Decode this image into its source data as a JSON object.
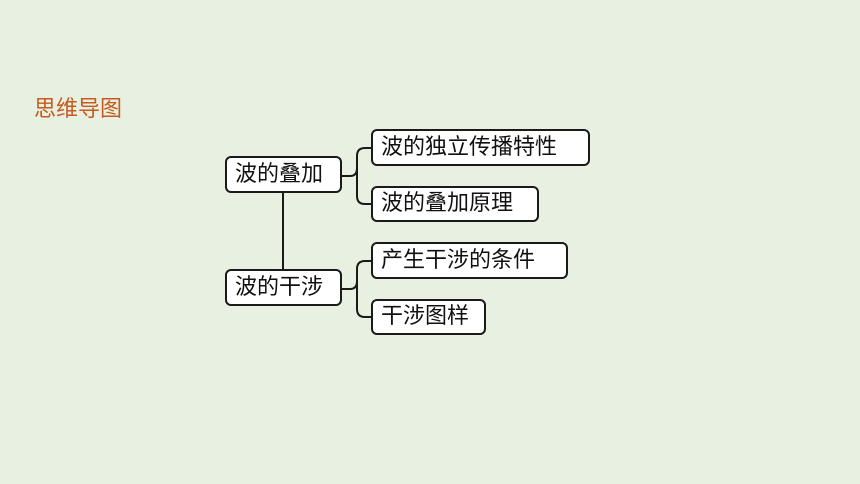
{
  "title": "思维导图",
  "map": {
    "superposition": {
      "label": "波的叠加",
      "children": [
        "波的独立传播特性",
        "波的叠加原理"
      ]
    },
    "interference": {
      "label": "波的干涉",
      "children": [
        "产生干涉的条件",
        "干涉图样"
      ]
    }
  },
  "colors": {
    "background": "#e8f1e1",
    "title": "#c65a1e",
    "box_border": "#1a1a1a",
    "box_fill": "#ffffff"
  }
}
